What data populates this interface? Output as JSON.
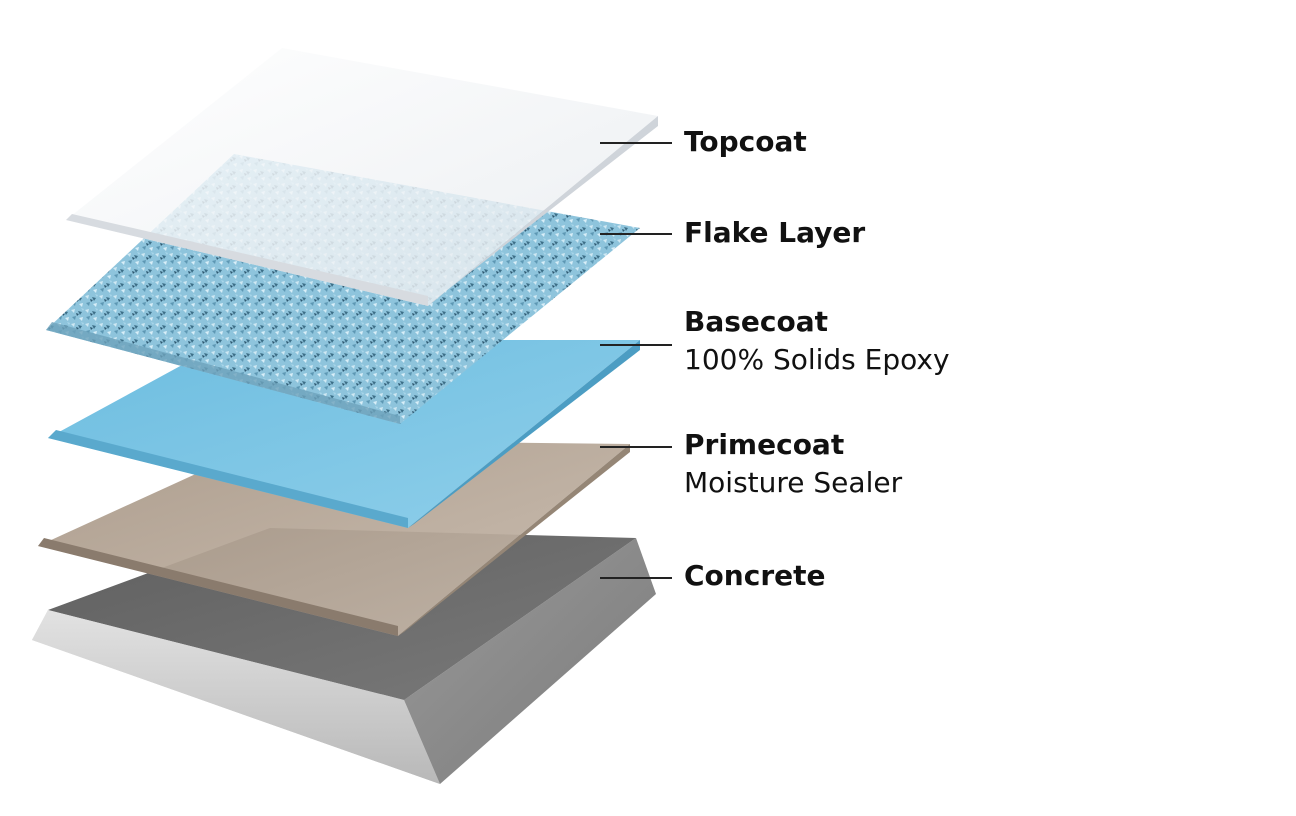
{
  "layers": [
    {
      "id": "topcoat",
      "name": "Topcoat",
      "sub": ""
    },
    {
      "id": "flake",
      "name": "Flake Layer",
      "sub": ""
    },
    {
      "id": "basecoat",
      "name": "Basecoat",
      "sub": "100% Solids Epoxy"
    },
    {
      "id": "primecoat",
      "name": "Primecoat",
      "sub": "Moisture Sealer"
    },
    {
      "id": "concrete",
      "name": "Concrete",
      "sub": ""
    }
  ],
  "colors": {
    "topcoat": "#f4f6f8",
    "flake": "#8fc6dd",
    "basecoat": "#79c3e2",
    "primecoat": "#b4a596",
    "concrete_top": "#6d6d6d",
    "concrete_side": "#cfcfcf",
    "leader": "#222222",
    "text": "#111111"
  }
}
